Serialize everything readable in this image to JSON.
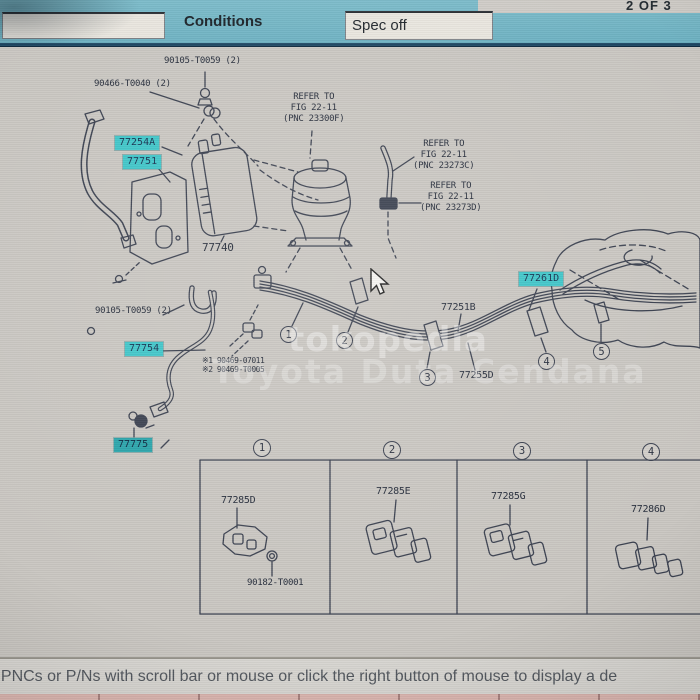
{
  "header": {
    "page_indicator": "2 OF 3",
    "left_field_value": "",
    "conditions_label": "Conditions",
    "spec_field_value": "Spec off"
  },
  "statusbar": {
    "text": "t PNCs or P/Ns with scroll bar or mouse or click the right button of mouse to display a de"
  },
  "watermark": {
    "line1": "tokopedia",
    "line2": "Toyota Duta Cendana"
  },
  "diagram": {
    "labels": {
      "bolt_top": "90105-T0059 (2)",
      "clamp_top": "90466-T0040 (2)",
      "tube_77254a": "77254A",
      "protector_77751": "77751",
      "canister": "77740",
      "tube_77754": "77754",
      "grommet_77775": "77775",
      "tube_77251b": "77251B",
      "tube_77261d": "77261D",
      "tube_77255d": "77255D",
      "bolt_lower": "90105-T0059 (2)",
      "note1": "※1 90469-07011",
      "note2": "※2 90469-T0005"
    },
    "refer_notes": [
      {
        "l1": "REFER TO",
        "l2": "FIG 22-11",
        "l3": "(PNC 23300F)"
      },
      {
        "l1": "REFER TO",
        "l2": "FIG 22-11",
        "l3": "(PNC 23273C)"
      },
      {
        "l1": "REFER TO",
        "l2": "FIG 22-11",
        "l3": "(PNC 23273D)"
      }
    ],
    "callouts": {
      "c1": "1",
      "c2": "2",
      "c3": "3",
      "c4": "4",
      "c5": "5"
    },
    "clip_table": {
      "columns": [
        {
          "num": "1",
          "part": "77285D",
          "extra": "90182-T0001"
        },
        {
          "num": "2",
          "part": "77285E"
        },
        {
          "num": "3",
          "part": "77285G"
        },
        {
          "num": "4",
          "part": "77286D"
        }
      ]
    }
  },
  "colors": {
    "header_teal": "#74b6c6",
    "highlight_cyan": "#3fc6c9",
    "highlight_dark": "#2aa5ab",
    "line_art": "#3b4150",
    "bottom_bar_pink": "#dcb6b0"
  }
}
